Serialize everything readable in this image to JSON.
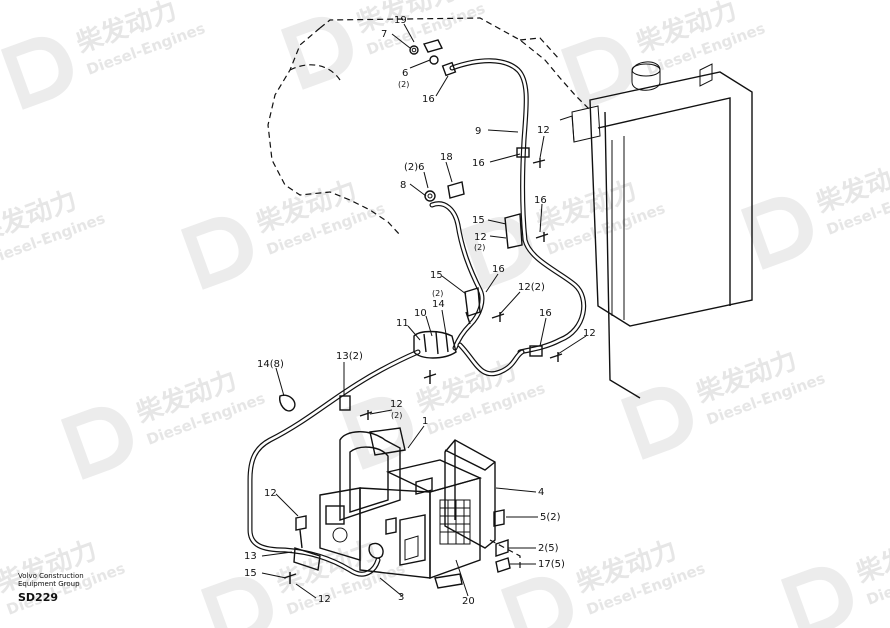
{
  "diagram": {
    "footer": {
      "company_line1": "Volvo Construction",
      "company_line2": "Equipment Group",
      "code": "SD229"
    },
    "watermark": {
      "brand": "柴发动力",
      "sub": "Diesel-Engines"
    },
    "callouts": [
      {
        "id": "c19",
        "text": "19"
      },
      {
        "id": "c7",
        "text": "7"
      },
      {
        "id": "c6a",
        "text": "6"
      },
      {
        "id": "c6a_q",
        "text": "(2)"
      },
      {
        "id": "c16a",
        "text": "16"
      },
      {
        "id": "c9",
        "text": "9"
      },
      {
        "id": "c12a",
        "text": "12"
      },
      {
        "id": "c16b",
        "text": "16"
      },
      {
        "id": "c2_6",
        "text": "(2)6"
      },
      {
        "id": "c18",
        "text": "18"
      },
      {
        "id": "c8",
        "text": "8"
      },
      {
        "id": "c15a",
        "text": "15"
      },
      {
        "id": "c16c",
        "text": "16"
      },
      {
        "id": "c12b",
        "text": "12"
      },
      {
        "id": "c12b_q",
        "text": "(2)"
      },
      {
        "id": "c15b",
        "text": "15"
      },
      {
        "id": "c16d",
        "text": "16"
      },
      {
        "id": "c12c",
        "text": "12(2)"
      },
      {
        "id": "c14_q",
        "text": "(2)"
      },
      {
        "id": "c14",
        "text": "14"
      },
      {
        "id": "c10",
        "text": "10"
      },
      {
        "id": "c11",
        "text": "11"
      },
      {
        "id": "c16e",
        "text": "16"
      },
      {
        "id": "c12d",
        "text": "12"
      },
      {
        "id": "c14_8",
        "text": "14(8)"
      },
      {
        "id": "c13_2",
        "text": "13(2)"
      },
      {
        "id": "c12e",
        "text": "12"
      },
      {
        "id": "c12e_q",
        "text": "(2)"
      },
      {
        "id": "c1",
        "text": "1"
      },
      {
        "id": "c4",
        "text": "4"
      },
      {
        "id": "c5_2",
        "text": "5(2)"
      },
      {
        "id": "c2_5",
        "text": "2(5)"
      },
      {
        "id": "c17_5",
        "text": "17(5)"
      },
      {
        "id": "c12f",
        "text": "12"
      },
      {
        "id": "c13",
        "text": "13"
      },
      {
        "id": "c15c",
        "text": "15"
      },
      {
        "id": "c12g",
        "text": "12"
      },
      {
        "id": "c3",
        "text": "3"
      },
      {
        "id": "c20",
        "text": "20"
      }
    ]
  }
}
